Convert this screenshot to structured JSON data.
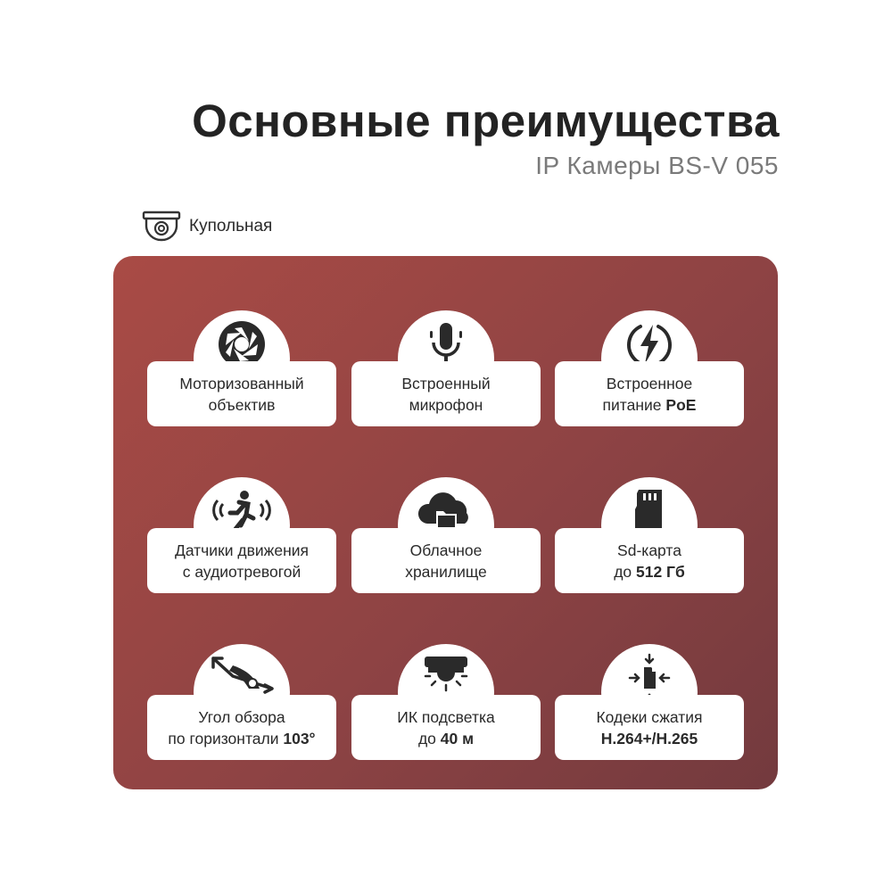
{
  "header": {
    "title": "Основные преимущества",
    "subtitle": "IP Камеры BS-V 055",
    "camera_type": "Купольная",
    "camera_type_icon": "dome-camera-icon"
  },
  "colors": {
    "panel_start": "#a94b45",
    "panel_end": "#733a3e",
    "text": "#2a2a2a"
  },
  "features": [
    {
      "icon": "aperture-icon",
      "line1": "Моторизованный",
      "line2": "объектив",
      "line2_bold": ""
    },
    {
      "icon": "microphone-icon",
      "line1": "Встроенный",
      "line2": "микрофон",
      "line2_bold": ""
    },
    {
      "icon": "power-bolt-icon",
      "line1": "Встроенное",
      "line2": "питание ",
      "line2_bold": "PoE"
    },
    {
      "icon": "motion-sensor-icon",
      "line1": "Датчики движения",
      "line2": "с аудиотревогой",
      "line2_bold": ""
    },
    {
      "icon": "cloud-folder-icon",
      "line1": "Облачное",
      "line2": "хранилище",
      "line2_bold": ""
    },
    {
      "icon": "sd-card-icon",
      "line1": "Sd-карта",
      "line2": "до ",
      "line2_bold": "512 Гб"
    },
    {
      "icon": "view-angle-icon",
      "line1": "Угол обзора",
      "line2": "по горизонтали ",
      "line2_bold": "103°"
    },
    {
      "icon": "ir-light-icon",
      "line1": "ИК подсветка",
      "line2": "до ",
      "line2_bold": "40 м"
    },
    {
      "icon": "compress-file-icon",
      "line1": "Кодеки сжатия",
      "line2": "",
      "line2_bold": "H.264+/H.265"
    }
  ]
}
